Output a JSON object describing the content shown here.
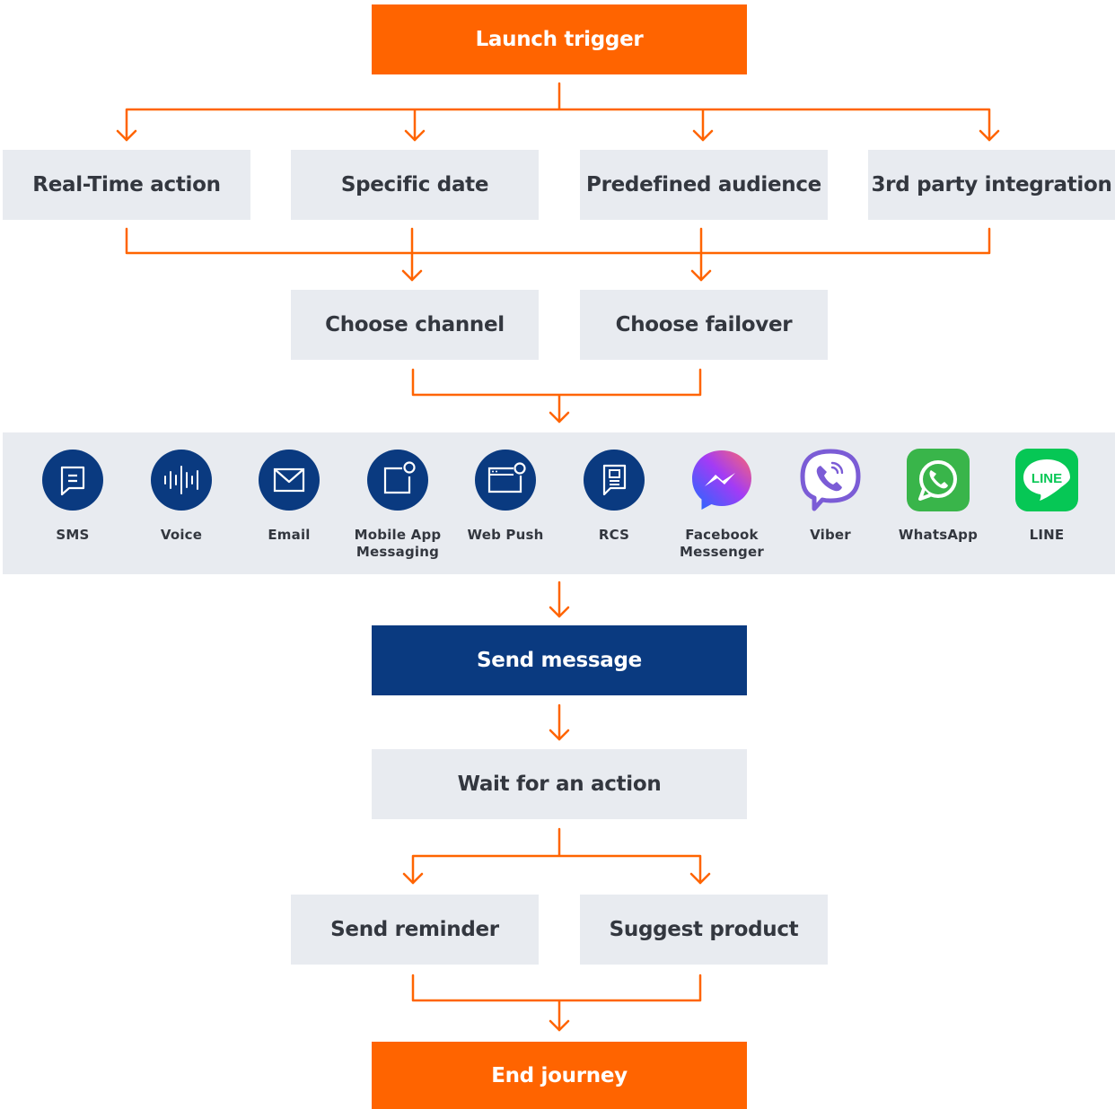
{
  "colors": {
    "orange": "#ff6400",
    "navy": "#0a3a80",
    "grey": "#e8ebf0",
    "text": "#33373f",
    "whatsapp": "#39b54a",
    "line": "#06c755",
    "viber": "#7b5cd6"
  },
  "start": {
    "label": "Launch trigger"
  },
  "triggers": [
    {
      "label": "Real-Time action"
    },
    {
      "label": "Specific date"
    },
    {
      "label": "Predefined audience"
    },
    {
      "label": "3rd party integration"
    }
  ],
  "routing": [
    {
      "label": "Choose channel"
    },
    {
      "label": "Choose failover"
    }
  ],
  "channels": [
    {
      "label": "SMS",
      "icon": "sms-icon"
    },
    {
      "label": "Voice",
      "icon": "voice-icon"
    },
    {
      "label": "Email",
      "icon": "email-icon"
    },
    {
      "label": "Mobile App Messaging",
      "icon": "mobile-app-icon"
    },
    {
      "label": "Web Push",
      "icon": "web-push-icon"
    },
    {
      "label": "RCS",
      "icon": "rcs-icon"
    },
    {
      "label": "Facebook Messenger",
      "icon": "messenger-icon"
    },
    {
      "label": "Viber",
      "icon": "viber-icon"
    },
    {
      "label": "WhatsApp",
      "icon": "whatsapp-icon"
    },
    {
      "label": "LINE",
      "icon": "line-icon",
      "glyph": "LINE"
    }
  ],
  "send": {
    "label": "Send message"
  },
  "wait": {
    "label": "Wait for an action"
  },
  "followups": [
    {
      "label": "Send reminder"
    },
    {
      "label": "Suggest product"
    }
  ],
  "end": {
    "label": "End journey"
  }
}
